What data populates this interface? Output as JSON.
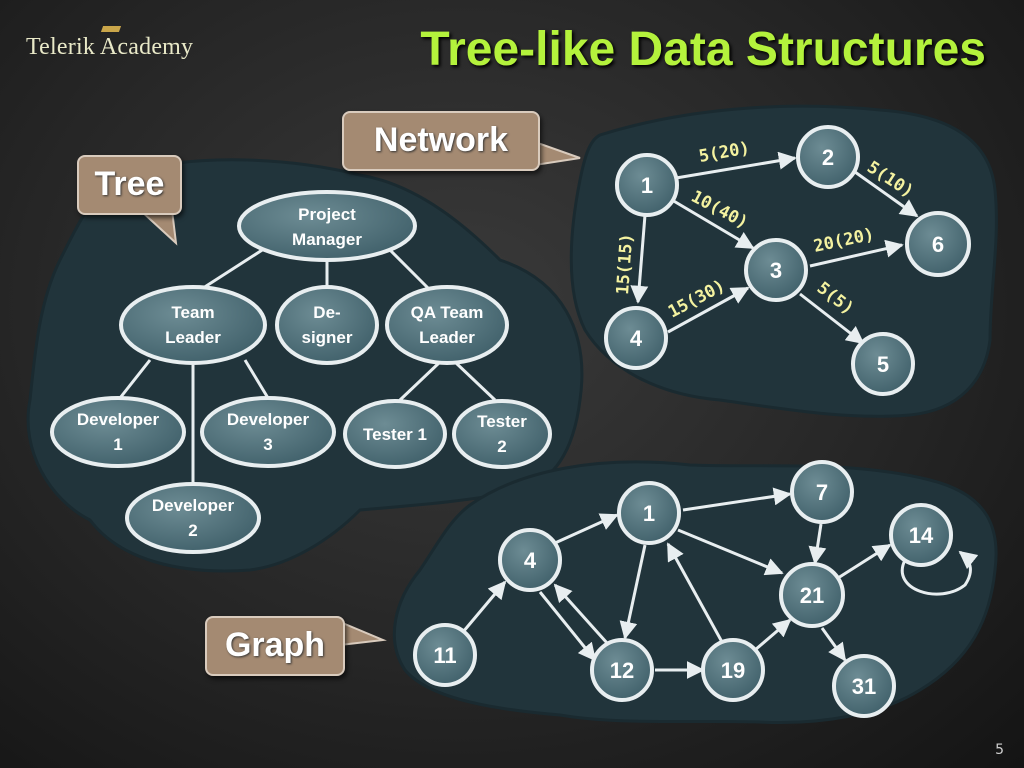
{
  "header": {
    "logo_text": "Telerik Academy",
    "title": "Tree-like Data Structures",
    "page_number": "5"
  },
  "callouts": {
    "tree": "Tree",
    "network": "Network",
    "graph": "Graph"
  },
  "tree": {
    "project_manager": [
      "Project",
      "Manager"
    ],
    "team_leader": [
      "Team",
      "Leader"
    ],
    "designer": [
      "De-",
      "signer"
    ],
    "qa_team_leader": [
      "QA Team",
      "Leader"
    ],
    "developer1": [
      "Developer",
      "1"
    ],
    "developer3": [
      "Developer",
      "3"
    ],
    "developer2": [
      "Developer",
      "2"
    ],
    "tester1": [
      "Tester 1"
    ],
    "tester2": [
      "Tester",
      "2"
    ]
  },
  "network": {
    "nodes": [
      "1",
      "2",
      "3",
      "4",
      "5",
      "6"
    ],
    "edge_labels": {
      "e1_2": "5(20)",
      "e1_3": "10(40)",
      "e1_4": "15(15)",
      "e2_6": "5(10)",
      "e3_6": "20(20)",
      "e4_3": "15(30)",
      "e3_5": "5(5)"
    }
  },
  "graph": {
    "nodes": [
      "1",
      "4",
      "7",
      "11",
      "12",
      "14",
      "19",
      "21",
      "31"
    ]
  },
  "colors": {
    "title": "#b4f23c",
    "node_fill": "#4d6b73",
    "node_stroke": "#e8eef0",
    "blob": "#23363d",
    "edge_label": "#f4f2a0",
    "callout": "#a48a72"
  }
}
